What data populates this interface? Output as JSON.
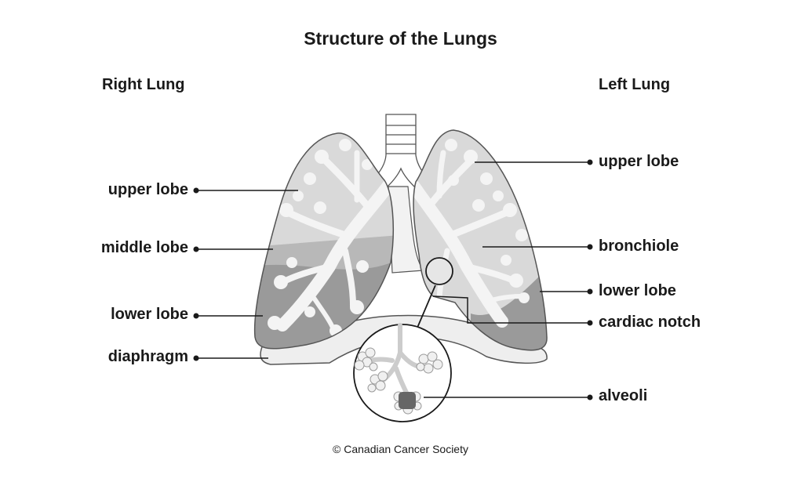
{
  "title": "Structure of the Lungs",
  "right_lung_heading": "Right Lung",
  "left_lung_heading": "Left Lung",
  "labels_right": {
    "upper_lobe": "upper lobe",
    "middle_lobe": "middle lobe",
    "lower_lobe": "lower lobe",
    "diaphragm": "diaphragm"
  },
  "labels_left": {
    "upper_lobe": "upper lobe",
    "bronchiole": "bronchiole",
    "lower_lobe": "lower lobe",
    "cardiac_notch": "cardiac notch",
    "alveoli": "alveoli"
  },
  "credit": "© Canadian Cancer Society",
  "colors": {
    "outline": "#555555",
    "lobe_light": "#d9d9d9",
    "lobe_dark": "#9a9a9a",
    "bronchi": "#f4f4f4",
    "leader_line": "#1a1a1a"
  }
}
